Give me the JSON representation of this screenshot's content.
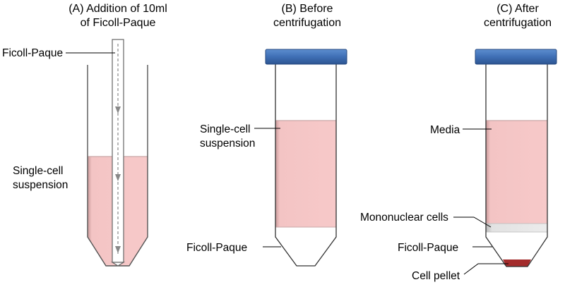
{
  "panel_a": {
    "title_line1": "(A)  Addition of 10ml",
    "title_line2": "of Ficoll-Paque",
    "label_ficoll": "Ficoll-Paque",
    "label_suspension_line1": "Single-cell",
    "label_suspension_line2": "suspension"
  },
  "panel_b": {
    "title_line1": "(B) Before",
    "title_line2": "centrifugation",
    "label_suspension_line1": "Single-cell",
    "label_suspension_line2": "suspension",
    "label_ficoll": "Ficoll-Paque"
  },
  "panel_c": {
    "title_line1": "(C) After",
    "title_line2": "centrifugation",
    "label_media": "Media",
    "label_mononuclear": "Mononuclear cells",
    "label_ficoll": "Ficoll-Paque",
    "label_pellet": "Cell pellet"
  },
  "colors": {
    "suspension_pink": "#f7c9c9",
    "cap_blue": "#3f6fb5",
    "pellet_red": "#a42c2c",
    "mononuclear_gray": "#e2e2e2"
  }
}
